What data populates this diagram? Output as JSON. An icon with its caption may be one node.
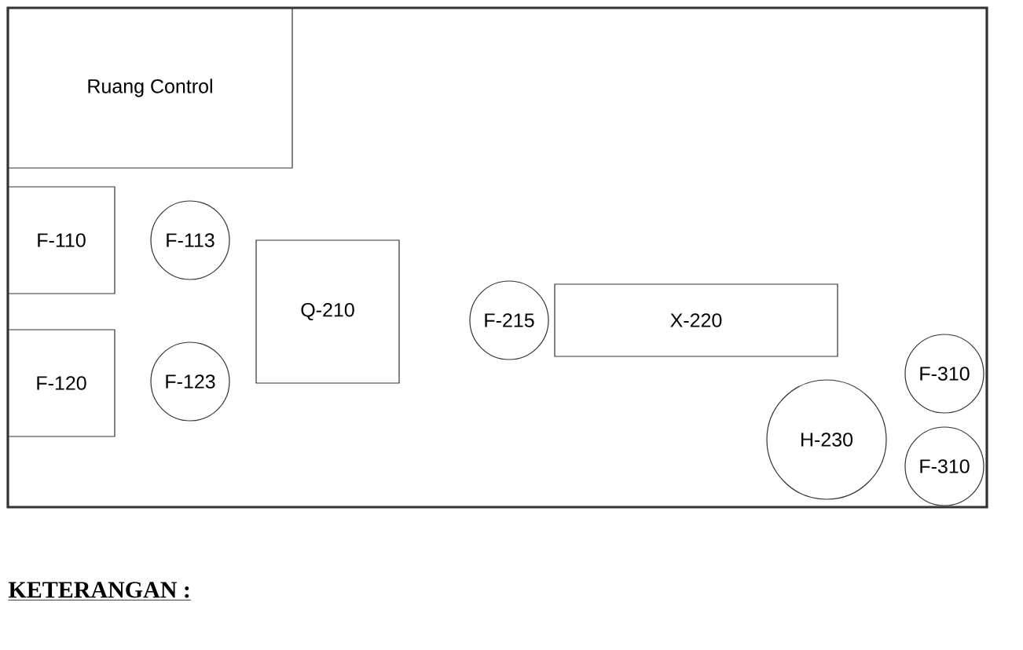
{
  "diagram": {
    "nodes": [
      {
        "text": [],
        "shape": "box"
      },
      {
        "text": [
          "Ruang Control"
        ],
        "in": 0
      },
      {
        "text": [
          "F-110"
        ],
        "in": 0
      },
      {
        "text": [
          "F-113"
        ],
        "in": 0
      },
      {
        "text": [
          "Q-210"
        ],
        "in": 0
      },
      {
        "text": [
          "F-215"
        ],
        "in": 0
      },
      {
        "text": [
          "X-220"
        ],
        "in": 0
      },
      {
        "text": [
          "F-120"
        ],
        "in": 0
      },
      {
        "text": [
          "F-123"
        ],
        "in": 0
      },
      {
        "text": [
          "F-310"
        ],
        "in": 0
      },
      {
        "text": [
          "H-230"
        ],
        "in": 0
      },
      {
        "text": [
          "F-310"
        ],
        "in": 0
      }
    ],
    "labels": [
      "KETERANGAN :"
    ]
  }
}
